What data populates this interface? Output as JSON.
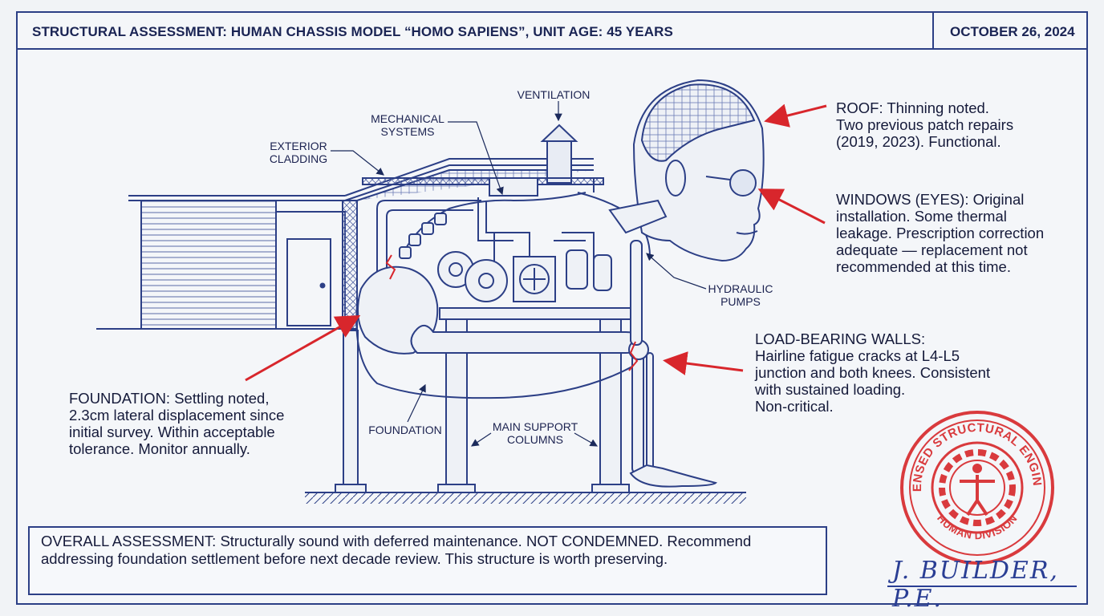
{
  "header": {
    "title": "STRUCTURAL ASSESSMENT: HUMAN CHASSIS MODEL “HOMO SAPIENS”, UNIT AGE: 45 YEARS",
    "date": "OCTOBER 26, 2024"
  },
  "labels": {
    "ventilation": "VENTILATION",
    "mechanical": "MECHANICAL\nSYSTEMS",
    "cladding": "EXTERIOR\nCLADDING",
    "hydraulic": "HYDRAULIC\nPUMPS",
    "foundation": "FOUNDATION",
    "columns": "MAIN SUPPORT\nCOLUMNS"
  },
  "notes": {
    "roof": "ROOF: Thinning noted.\nTwo previous patch repairs\n(2019, 2023). Functional.",
    "windows": "WINDOWS (EYES): Original\ninstallation. Some thermal\nleakage. Prescription correction\nadequate — replacement not\nrecommended at this time.",
    "load_bearing": "LOAD-BEARING WALLS:\nHairline fatigue cracks at L4-L5\njunction and both knees. Consistent\nwith sustained loading.\nNon-critical.",
    "foundation": "FOUNDATION: Settling noted,\n2.3cm lateral displacement since\ninitial survey. Within acceptable\ntolerance. Monitor annually."
  },
  "summary": {
    "text": "OVERALL ASSESSMENT: Structurally sound with deferred maintenance. NOT CONDEMNED. Recommend addressing foundation settlement before next decade review. This structure is worth preserving."
  },
  "stamp": {
    "ring_text": "LICENSED STRUCTURAL ENGINEER",
    "division_text": "HUMAN DIVISION"
  },
  "signature": "J. BUILDER, P.E.",
  "colors": {
    "ink": "#2c3f86",
    "annotation_red": "#d8262c",
    "stamp_red": "#d93a3d",
    "paper": "#f1f3f6"
  }
}
